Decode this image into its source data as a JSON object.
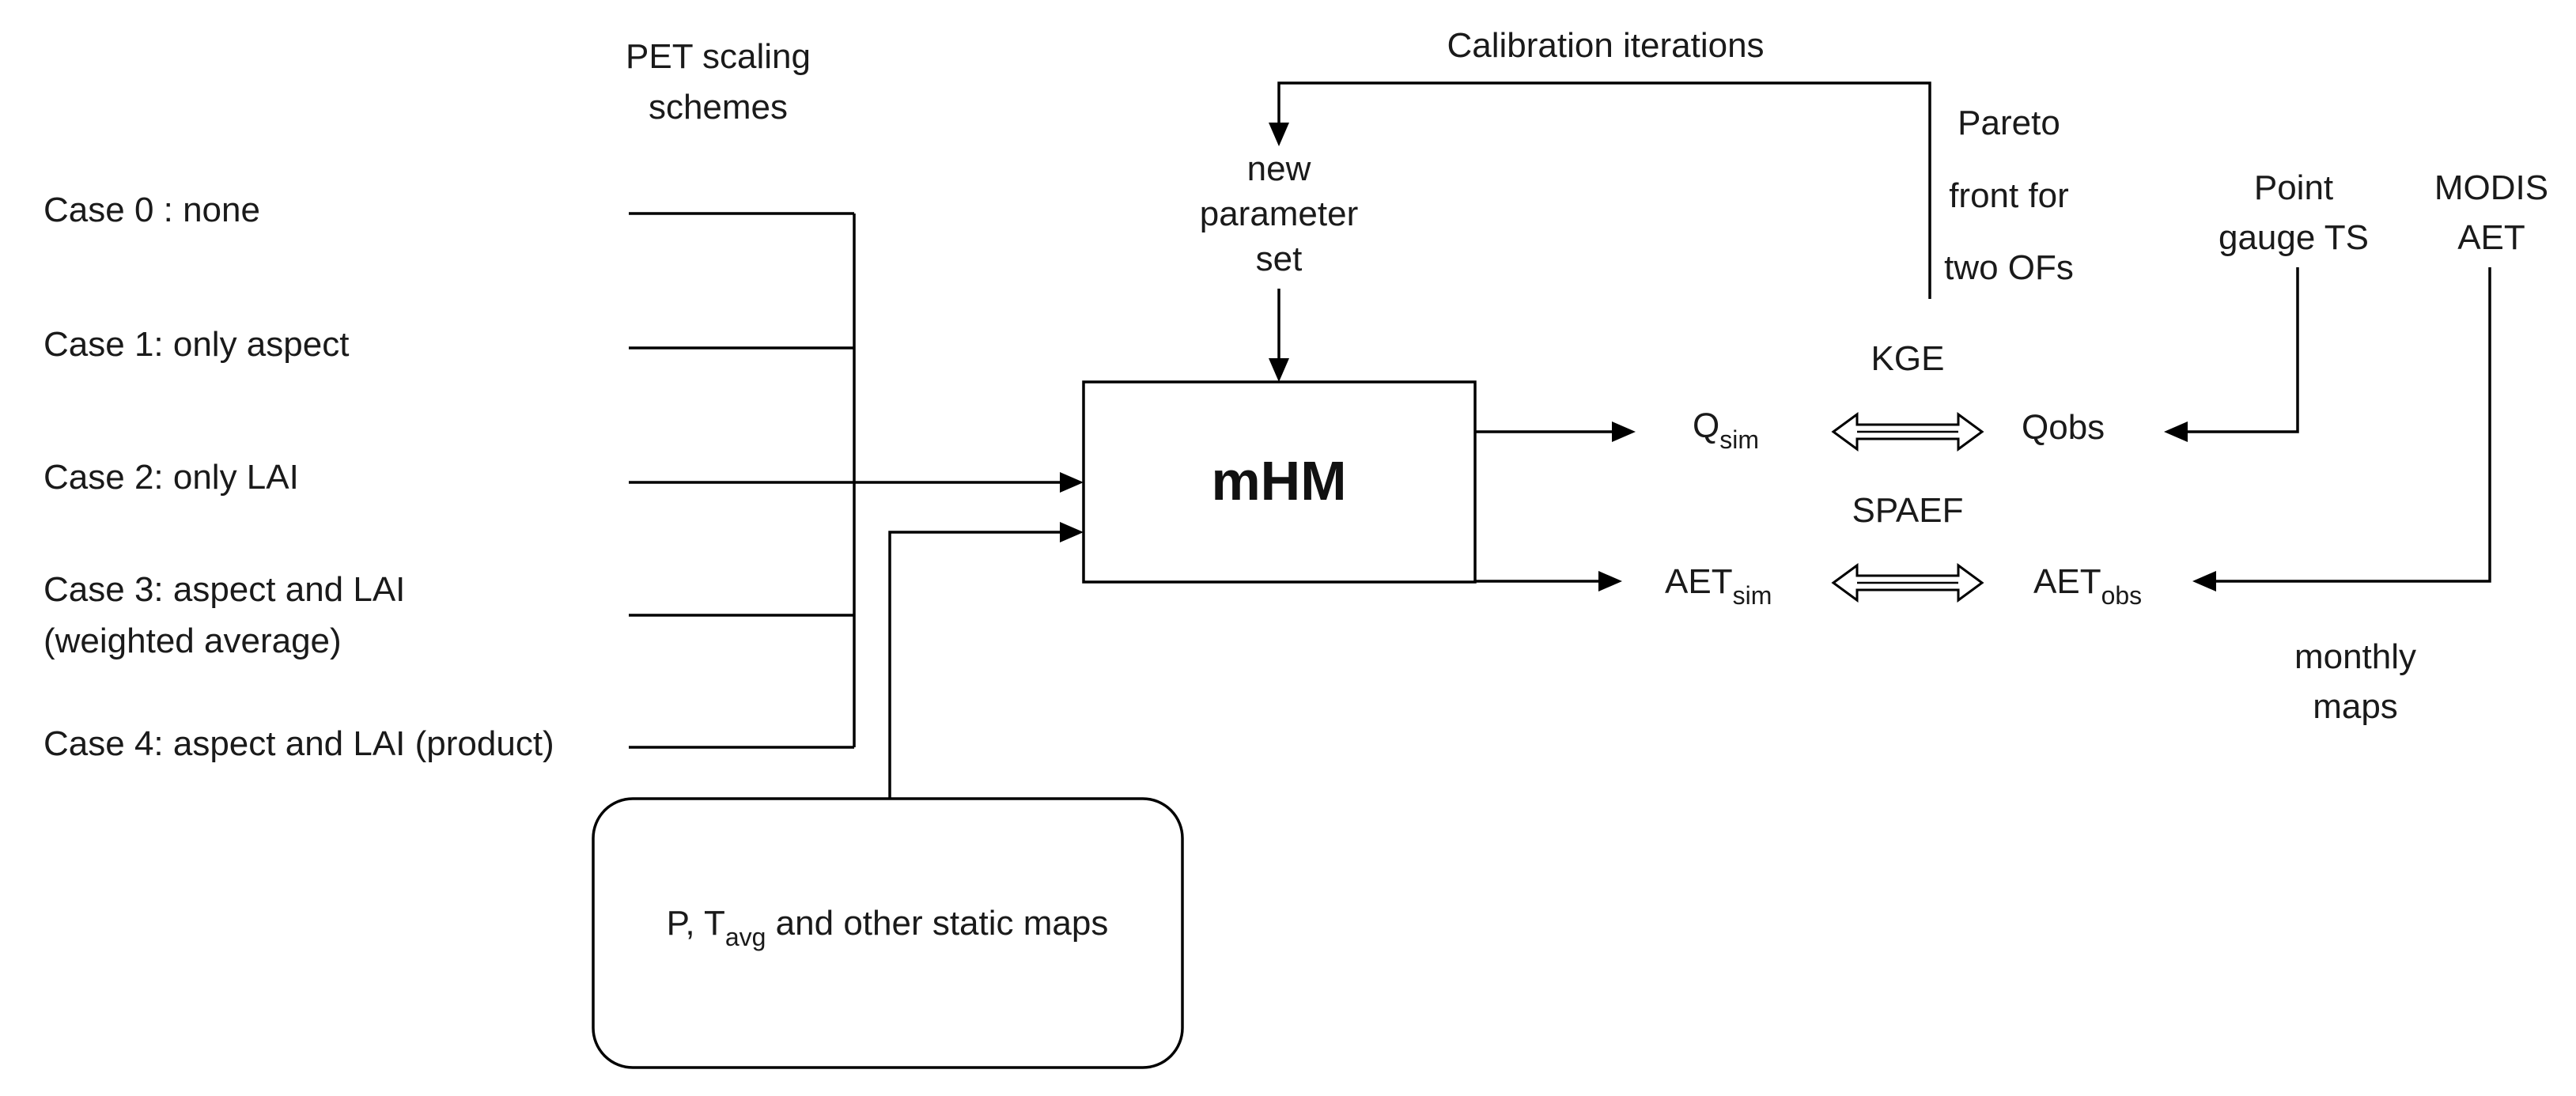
{
  "pet_header": [
    "PET scaling",
    "schemes"
  ],
  "cases": [
    [
      "Case 0 : none"
    ],
    [
      "Case 1: only aspect"
    ],
    [
      "Case 2: only LAI"
    ],
    [
      "Case 3: aspect and LAI",
      "(weighted average)"
    ],
    [
      "Case 4: aspect and LAI (product)"
    ]
  ],
  "inputs_box": {
    "p_prefix": "P, T",
    "t_sub": "avg",
    "suffix": " and other static maps"
  },
  "model": "mHM",
  "calibration": "Calibration iterations",
  "new_param": [
    "new",
    "parameter",
    "set"
  ],
  "pareto": [
    "Pareto",
    "front for",
    "two OFs"
  ],
  "kge": "KGE",
  "spaef": "SPAEF",
  "q_sim": {
    "base": "Q",
    "sub": "sim"
  },
  "q_obs": "Qobs",
  "aet_sim": {
    "base": "AET",
    "sub": "sim"
  },
  "aet_obs": {
    "base": "AET",
    "sub": "obs"
  },
  "point_gauge": [
    "Point",
    "gauge TS"
  ],
  "modis": [
    "MODIS",
    "AET"
  ],
  "monthly": [
    "monthly",
    "maps"
  ]
}
